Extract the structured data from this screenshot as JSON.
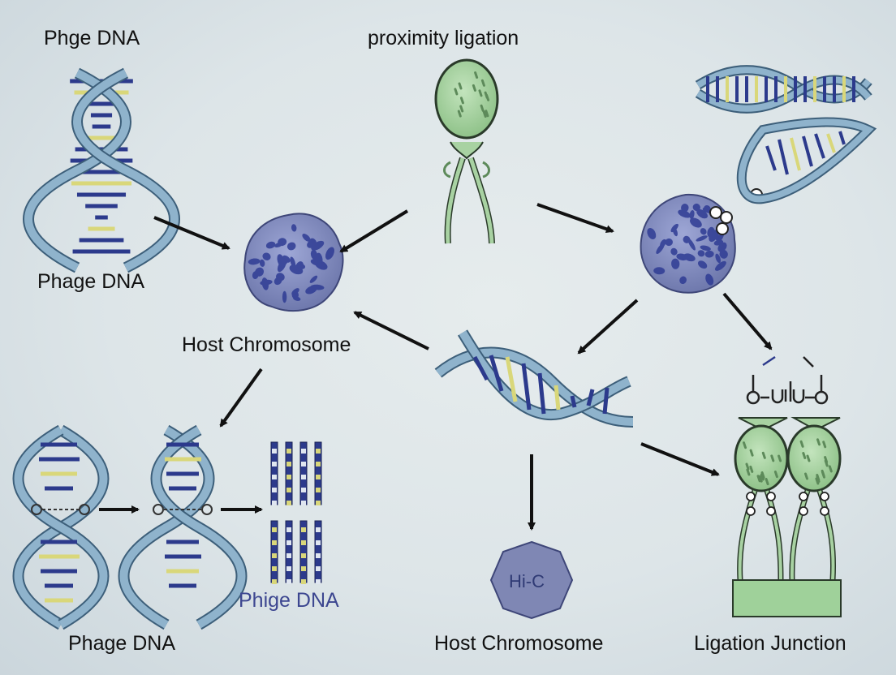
{
  "labels": {
    "top_left": "Phge DNA",
    "top_center": "proximity ligation",
    "left_mid": "Phage DNA",
    "center": "Host Chromosome",
    "bottom_left": "Phage DNA",
    "bottom_left_blue": "Phige DNA",
    "bottom_center": "Host Chromosome",
    "bottom_right": "Ligation Junction",
    "hic": "Hi-C"
  },
  "colors": {
    "dna_backbone": "#8fb3cc",
    "dna_outline": "#3d5f7a",
    "base_dark": "#2c3a8c",
    "base_light": "#d9d77a",
    "phage_head": "#a8d2a2",
    "chromosome": "#7d86bd",
    "hic_node": "#7f87b4",
    "base_plate": "#9fd19a"
  }
}
